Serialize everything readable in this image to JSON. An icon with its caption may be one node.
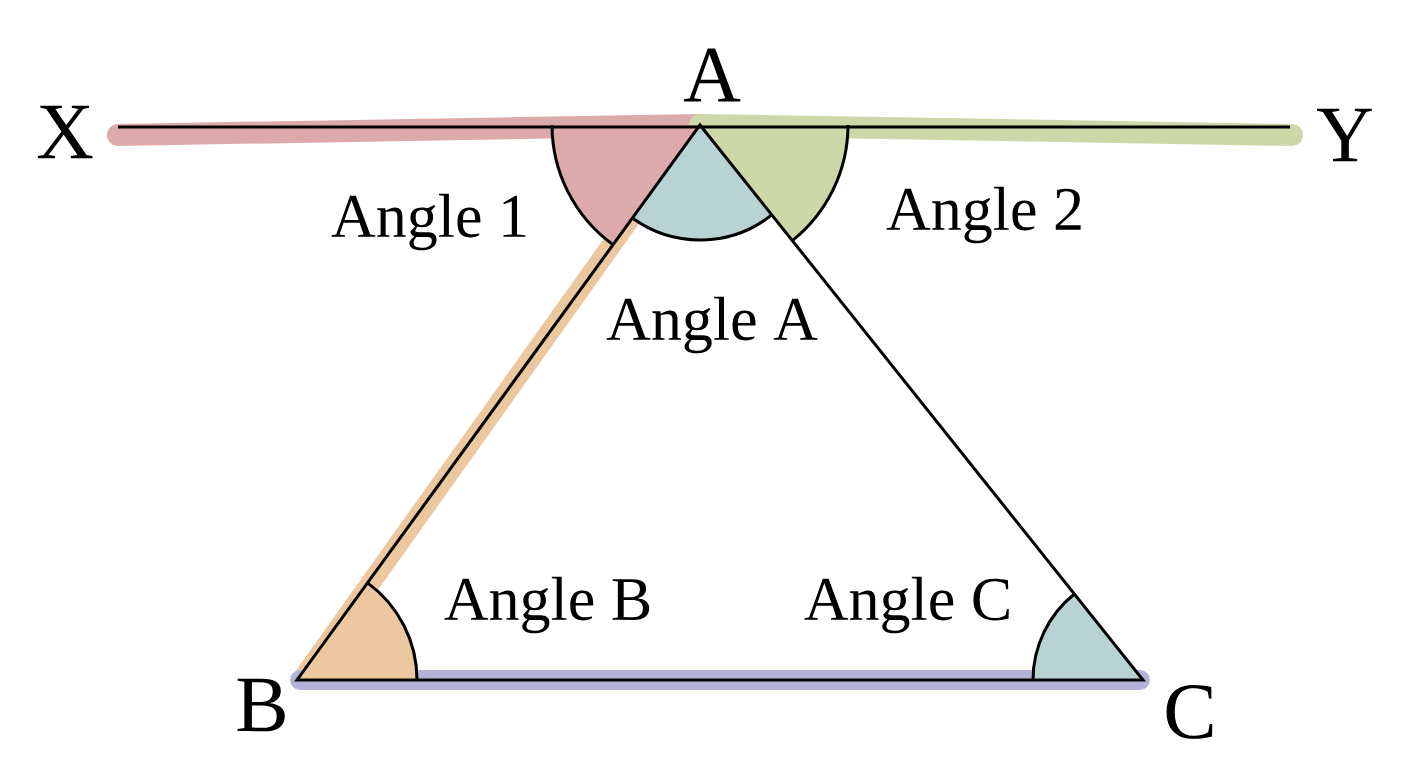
{
  "diagram": {
    "labels": [
      "A",
      "X",
      "Y",
      "Angle 1",
      "Angle 2",
      "Angle A",
      "Angle B",
      "Angle C",
      "B",
      "C"
    ]
  }
}
